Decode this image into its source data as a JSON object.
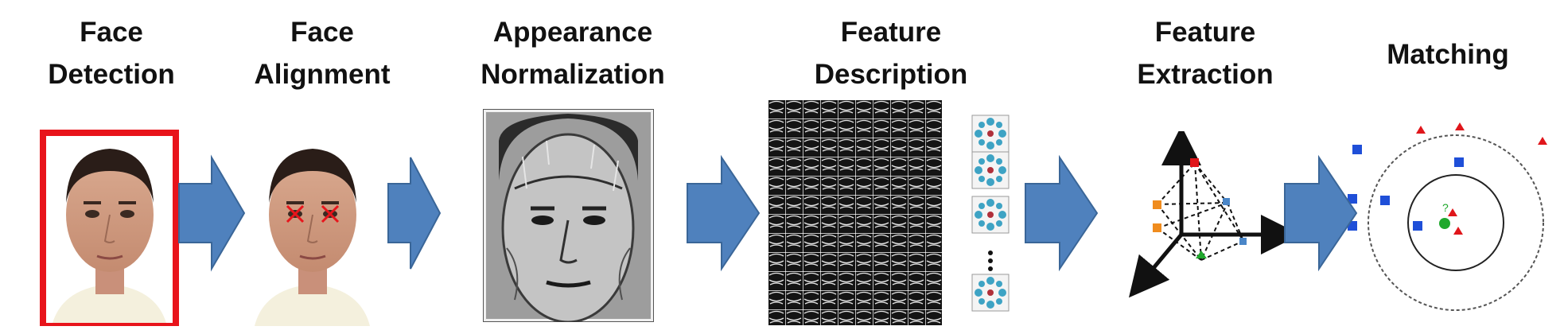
{
  "stages": [
    {
      "line1": "Face",
      "line2": "Detection"
    },
    {
      "line1": "Face",
      "line2": "Alignment"
    },
    {
      "line1": "Appearance",
      "line2": "Normalization"
    },
    {
      "line1": "Feature",
      "line2": "Description"
    },
    {
      "line1": "Feature",
      "line2": "Extraction"
    },
    {
      "line1": "Matching",
      "line2": ""
    }
  ],
  "matching": {
    "query_mark": "?"
  },
  "colors": {
    "arrow_fill": "#4f81bd",
    "arrow_stroke": "#3a6698",
    "detection_box": "#e8141b",
    "landmark_cross": "#e8141b",
    "blue_square": "#1f4fd8",
    "red_triangle": "#e0161b",
    "green_point": "#1fa82c",
    "orange_square": "#f08c1e",
    "dot_teal": "#3ea3c4",
    "dot_center": "#b0303a"
  }
}
